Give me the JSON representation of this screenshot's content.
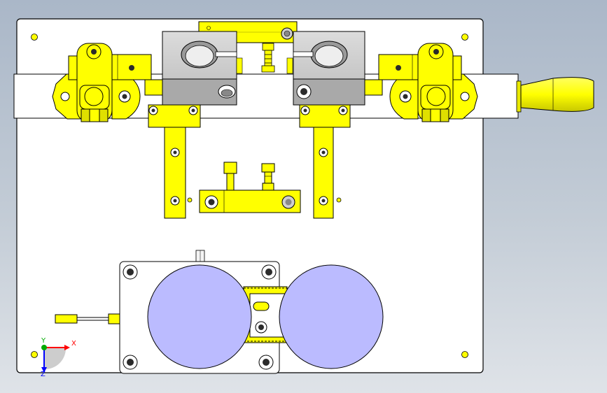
{
  "viewport": {
    "background_top": "#aab7c8",
    "background_bottom": "#dfe3e8"
  },
  "colors": {
    "plate": "#ffffff",
    "outline": "#000000",
    "yellow_part": "#ffff00",
    "yellow_shade": "#d8d800",
    "gray_block": "#d4d4d4",
    "gray_block_shade": "#a9a9a9",
    "roller_disc": "#bbbbff",
    "bolt_dark": "#2b2b2b"
  },
  "triad": {
    "x_label": "X",
    "y_label": "Y",
    "z_label": "Z",
    "x_color": "#ff0000",
    "y_color": "#00aa00",
    "z_color": "#0000ff"
  },
  "icons": {
    "axis_triad": "axis-triad-icon",
    "bolt": "hex-socket-bolt-icon",
    "hole": "mounting-hole-icon"
  }
}
